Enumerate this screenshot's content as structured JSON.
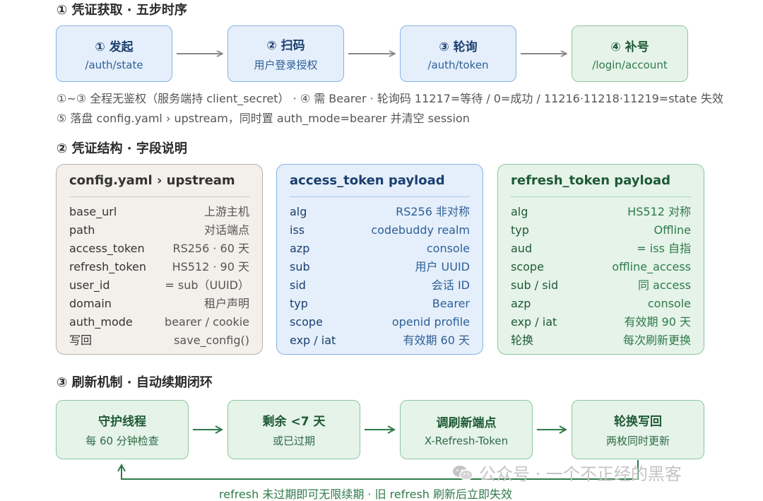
{
  "section1": {
    "title": "① 凭证获取 · 五步时序",
    "steps": [
      {
        "title": "① 发起",
        "sub": "/auth/state"
      },
      {
        "title": "② 扫码",
        "sub": "用户登录授权"
      },
      {
        "title": "③ 轮询",
        "sub": "/auth/token"
      },
      {
        "title": "④ 补号",
        "sub": "/login/account"
      }
    ],
    "note1": "①~③ 全程无鉴权（服务端持 client_secret） · ④ 需 Bearer · 轮询码 11217=等待 / 0=成功 / 11216·11218·11219=state 失效",
    "note2": "⑤ 落盘 config.yaml › upstream，同时置 auth_mode=bearer 并清空 session"
  },
  "section2": {
    "title": "② 凭证结构 · 字段说明",
    "cards": [
      {
        "title": "config.yaml › upstream",
        "rows": [
          {
            "k": "base_url",
            "v": "上游主机"
          },
          {
            "k": "path",
            "v": "对话端点"
          },
          {
            "k": "access_token",
            "v": "RS256 · 60 天"
          },
          {
            "k": "refresh_token",
            "v": "HS512 · 90 天"
          },
          {
            "k": "user_id",
            "v": "= sub（UUID）"
          },
          {
            "k": "domain",
            "v": "租户声明"
          },
          {
            "k": "auth_mode",
            "v": "bearer / cookie"
          },
          {
            "k": "写回",
            "v": "save_config()"
          }
        ]
      },
      {
        "title": "access_token payload",
        "rows": [
          {
            "k": "alg",
            "v": "RS256 非对称"
          },
          {
            "k": "iss",
            "v": "codebuddy realm"
          },
          {
            "k": "azp",
            "v": "console"
          },
          {
            "k": "sub",
            "v": "用户 UUID"
          },
          {
            "k": "sid",
            "v": "会话 ID"
          },
          {
            "k": "typ",
            "v": "Bearer"
          },
          {
            "k": "scope",
            "v": "openid profile"
          },
          {
            "k": "exp / iat",
            "v": "有效期 60 天"
          }
        ]
      },
      {
        "title": "refresh_token payload",
        "rows": [
          {
            "k": "alg",
            "v": "HS512 对称"
          },
          {
            "k": "typ",
            "v": "Offline"
          },
          {
            "k": "aud",
            "v": "= iss 自指"
          },
          {
            "k": "scope",
            "v": "offline_access"
          },
          {
            "k": "sub / sid",
            "v": "同 access"
          },
          {
            "k": "azp",
            "v": "console"
          },
          {
            "k": "exp / iat",
            "v": "有效期 90 天"
          },
          {
            "k": "轮换",
            "v": "每次刷新更换"
          }
        ]
      }
    ]
  },
  "section3": {
    "title": "③ 刷新机制 · 自动续期闭环",
    "steps": [
      {
        "title": "守护线程",
        "sub": "每 60 分钟检查"
      },
      {
        "title": "剩余 <7 天",
        "sub": "或已过期"
      },
      {
        "title": "调刷新端点",
        "sub": "X-Refresh-Token"
      },
      {
        "title": "轮换写回",
        "sub": "两枚同时更新"
      }
    ],
    "loop_label": "refresh 未过期即可无限续期 · 旧 refresh 刷新后立即失效"
  },
  "watermark": {
    "text": "公众号 · 一个不正经的黑客",
    "icon": "wechat-icon"
  },
  "colors": {
    "blue_fill": "#e4effb",
    "blue_border": "#86b3e5",
    "green_fill": "#e5f3e9",
    "green_border": "#8dc7a1",
    "beige_fill": "#f3f0eb",
    "beige_border": "#b8b3aa",
    "arrow_gray": "#888888",
    "arrow_green": "#2f7a4a"
  }
}
